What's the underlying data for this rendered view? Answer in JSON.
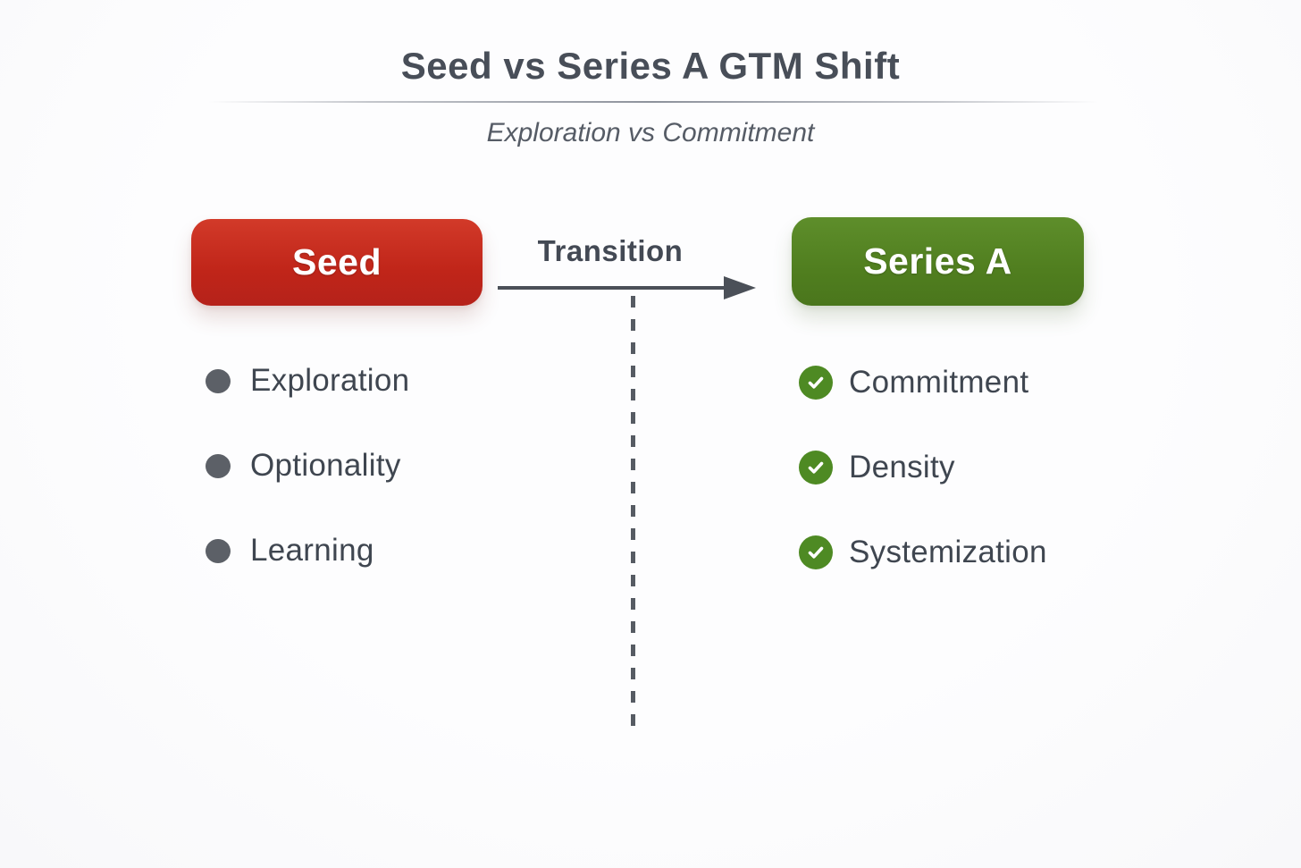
{
  "header": {
    "title": "Seed vs Series A GTM Shift",
    "subtitle": "Exploration vs Commitment"
  },
  "transition": {
    "label": "Transition"
  },
  "seed": {
    "label": "Seed",
    "accent_color": "#c02519",
    "items": [
      {
        "icon": "bullet-icon",
        "label": "Exploration"
      },
      {
        "icon": "bullet-icon",
        "label": "Optionality"
      },
      {
        "icon": "bullet-icon",
        "label": "Learning"
      }
    ]
  },
  "series_a": {
    "label": "Series A",
    "accent_color": "#507e1f",
    "items": [
      {
        "icon": "check-icon",
        "label": "Commitment"
      },
      {
        "icon": "check-icon",
        "label": "Density"
      },
      {
        "icon": "check-icon",
        "label": "Systemization"
      }
    ]
  },
  "colors": {
    "title_text": "#484e58",
    "body_text": "#3f4650",
    "arrow": "#4b5058",
    "bullet": "#5c6067",
    "check_circle": "#4e8a23",
    "background": "#fbfbfd"
  }
}
